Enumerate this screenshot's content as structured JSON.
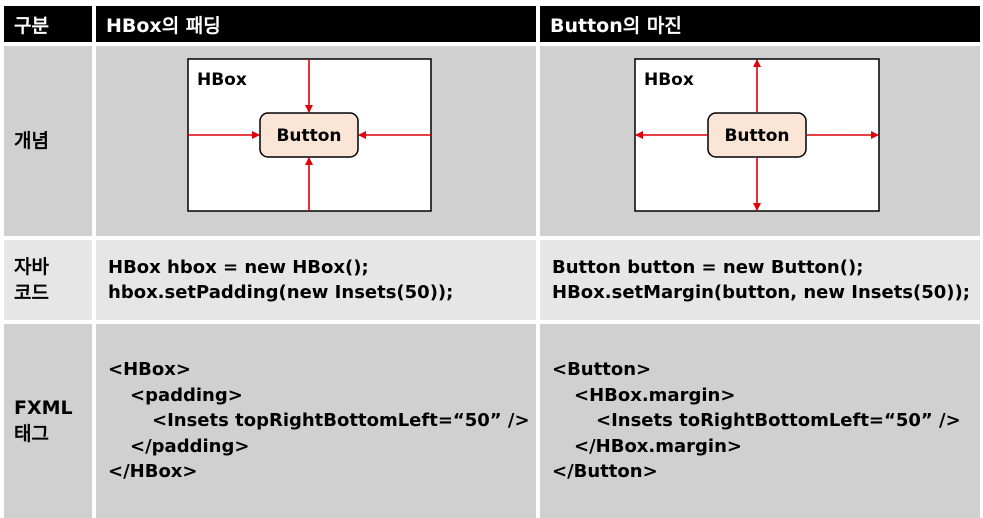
{
  "header": {
    "col_category": "구분",
    "col_padding": "HBox의 패딩",
    "col_margin": "Button의 마진"
  },
  "rows": {
    "concept": {
      "label": "개념",
      "padding_diagram": {
        "box_label": "HBox",
        "button_label": "Button"
      },
      "margin_diagram": {
        "box_label": "HBox",
        "button_label": "Button"
      }
    },
    "java": {
      "label_line1": "자바",
      "label_line2": "코드",
      "padding_code": [
        "HBox hbox = new HBox();",
        "hbox.setPadding(new Insets(50));"
      ],
      "margin_code": [
        "Button button = new Button();",
        "HBox.setMargin(button, new Insets(50));"
      ]
    },
    "fxml": {
      "label_line1": "FXML",
      "label_line2": "태그",
      "padding_code": [
        "<HBox>",
        "<padding>",
        "<Insets topRightBottomLeft=“50” />",
        "</padding>",
        "</HBox>"
      ],
      "margin_code": [
        "<Button>",
        "<HBox.margin>",
        "<Insets toRightBottomLeft=“50” />",
        "</HBox.margin>",
        "</Button>"
      ]
    }
  },
  "colors": {
    "header_bg": "#000000",
    "row_dark": "#d0d0d0",
    "row_light": "#e6e6e6",
    "arrow": "#e0000a",
    "button_fill": "#fbe5d6"
  }
}
